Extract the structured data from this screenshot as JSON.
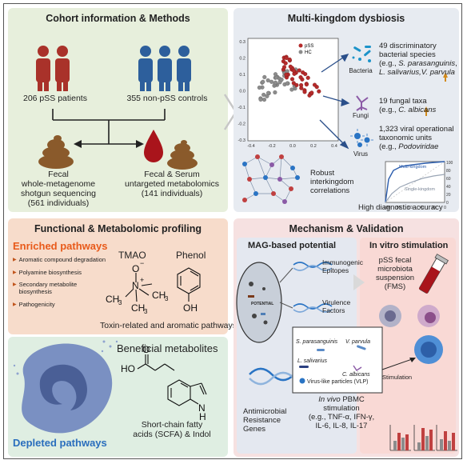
{
  "colors": {
    "pss": "#b52a2a",
    "hc": "#8c8c8c",
    "enriched": "#e85a1a",
    "depleted": "#2a6ebd",
    "cohort_bg": "#e7efdc",
    "dysbiosis_bg": "#e7ebf1",
    "functional_bg": "#f7dccb",
    "depleted_bg": "#dfeee2",
    "mechanism_bg": "#f6e1e1"
  },
  "cohort": {
    "title": "Cohort information & Methods",
    "patients": "206 pSS patients",
    "controls": "355 non-pSS controls",
    "fecal_line1": "Fecal",
    "fecal_line2": "whole-metagenome",
    "fecal_line3": "shotgun sequencing",
    "fecal_line4": "(561 individuals)",
    "serum_line1": "Fecal & Serum",
    "serum_line2": "untargeted metabolomics",
    "serum_line3": "(141 individuals)"
  },
  "dysbiosis": {
    "title": "Multi-kingdom dysbiosis",
    "legend_pss": "pSS",
    "legend_hc": "HC",
    "y_ticks": [
      "0.3",
      "0.2",
      "0.1",
      "0.0",
      "-0.1",
      "-0.2",
      "-0.3"
    ],
    "x_ticks": [
      "-0.4",
      "-0.2",
      "0.0",
      "0.2",
      "0.4"
    ],
    "bacteria_label": "Bacteria",
    "bacteria_line1": "49 discriminatory",
    "bacteria_line2_pre": "bacterial species",
    "bacteria_line3_pre": "(e.g., ",
    "bacteria_line3_it": "S. parasanguinis",
    "bacteria_line3_post": ",",
    "bacteria_line4": "L. salivarius,V. parvula",
    "fungi_label": "Fungi",
    "fungi_line1": "19 fungal taxa",
    "fungi_line2_pre": "(e.g., ",
    "fungi_line2_it": "C. albicans",
    "virus_label": "Virus",
    "virus_line1": "1,323 viral operational",
    "virus_line2": "taxonomic units",
    "virus_line3_pre": "(e.g., ",
    "virus_line3_it": "Podoviridae",
    "network_line1": "Robust",
    "network_line2": "interkingdom",
    "network_line3": "correlations",
    "roc_multi": "Multi-kingdom",
    "roc_single": "Single-kingdom",
    "roc_y_ticks": [
      "100",
      "80",
      "60",
      "40",
      "20",
      "0"
    ],
    "roc_x_ticks": [
      "100",
      "80",
      "60",
      "40",
      "20",
      "0"
    ],
    "accuracy": "High diagnostic accuracy"
  },
  "functional": {
    "title": "Functional & Metabolomic profiling",
    "enriched_title": "Enriched pathways",
    "pathways": [
      "Aromatic compound degradation",
      "Polyamine biosynthesis",
      "Secondary metabolite biosynthesis",
      "Pathogenicity"
    ],
    "tmao": "TMAO",
    "phenol": "Phenol",
    "toxin_caption": "Toxin-related and aromatic pathways",
    "beneficial_title": "Beneficial metabolites",
    "scfa_line1": "Short-chain fatty",
    "scfa_line2": "acids (SCFA) & Indol",
    "depleted_title": "Depleted pathways",
    "chem_n": "N",
    "chem_o": "O",
    "chem_ho": "HO",
    "chem_oh": "OH",
    "chem_nh": "N",
    "chem_h": "H",
    "chem_ch3a": "CH",
    "chem_ch3b": "CH",
    "chem_ch3c": "CH",
    "chem_ch3_sub": "3",
    "chem_minus": "−",
    "chem_plus": "+"
  },
  "mechanism": {
    "title": "Mechanism & Validation",
    "mag_title": "MAG-based potential",
    "potential": "POTENTIAL",
    "immuno_line1": "Immunogenic",
    "immuno_line2": "Epitopes",
    "virulence_line1": "Virulence",
    "virulence_line2": "Factors",
    "amr_line1": "Antimicrobial",
    "amr_line2": "Resistance",
    "amr_line3": "Genes",
    "invitro_title": "In vitro stimulation",
    "fms_line1": "pSS fecal",
    "fms_line2": "microbiota",
    "fms_line3": "suspension",
    "fms_line4": "(FMS)",
    "box_s": "S. parasanguinis",
    "box_v": "V. parvula",
    "box_l": "L. salivarius",
    "box_c": "C. albicans",
    "box_vlp": "Virus-like particles (VLP)",
    "stimulation": "Stimulation",
    "pbmc_line1_it": "In vivo",
    "pbmc_line1_post": " PBMC",
    "pbmc_line2": "stimulation",
    "pbmc_line3": "(e.g., TNF-α, IFN-γ,",
    "pbmc_line4": "IL-6, IL-8, IL-17"
  }
}
